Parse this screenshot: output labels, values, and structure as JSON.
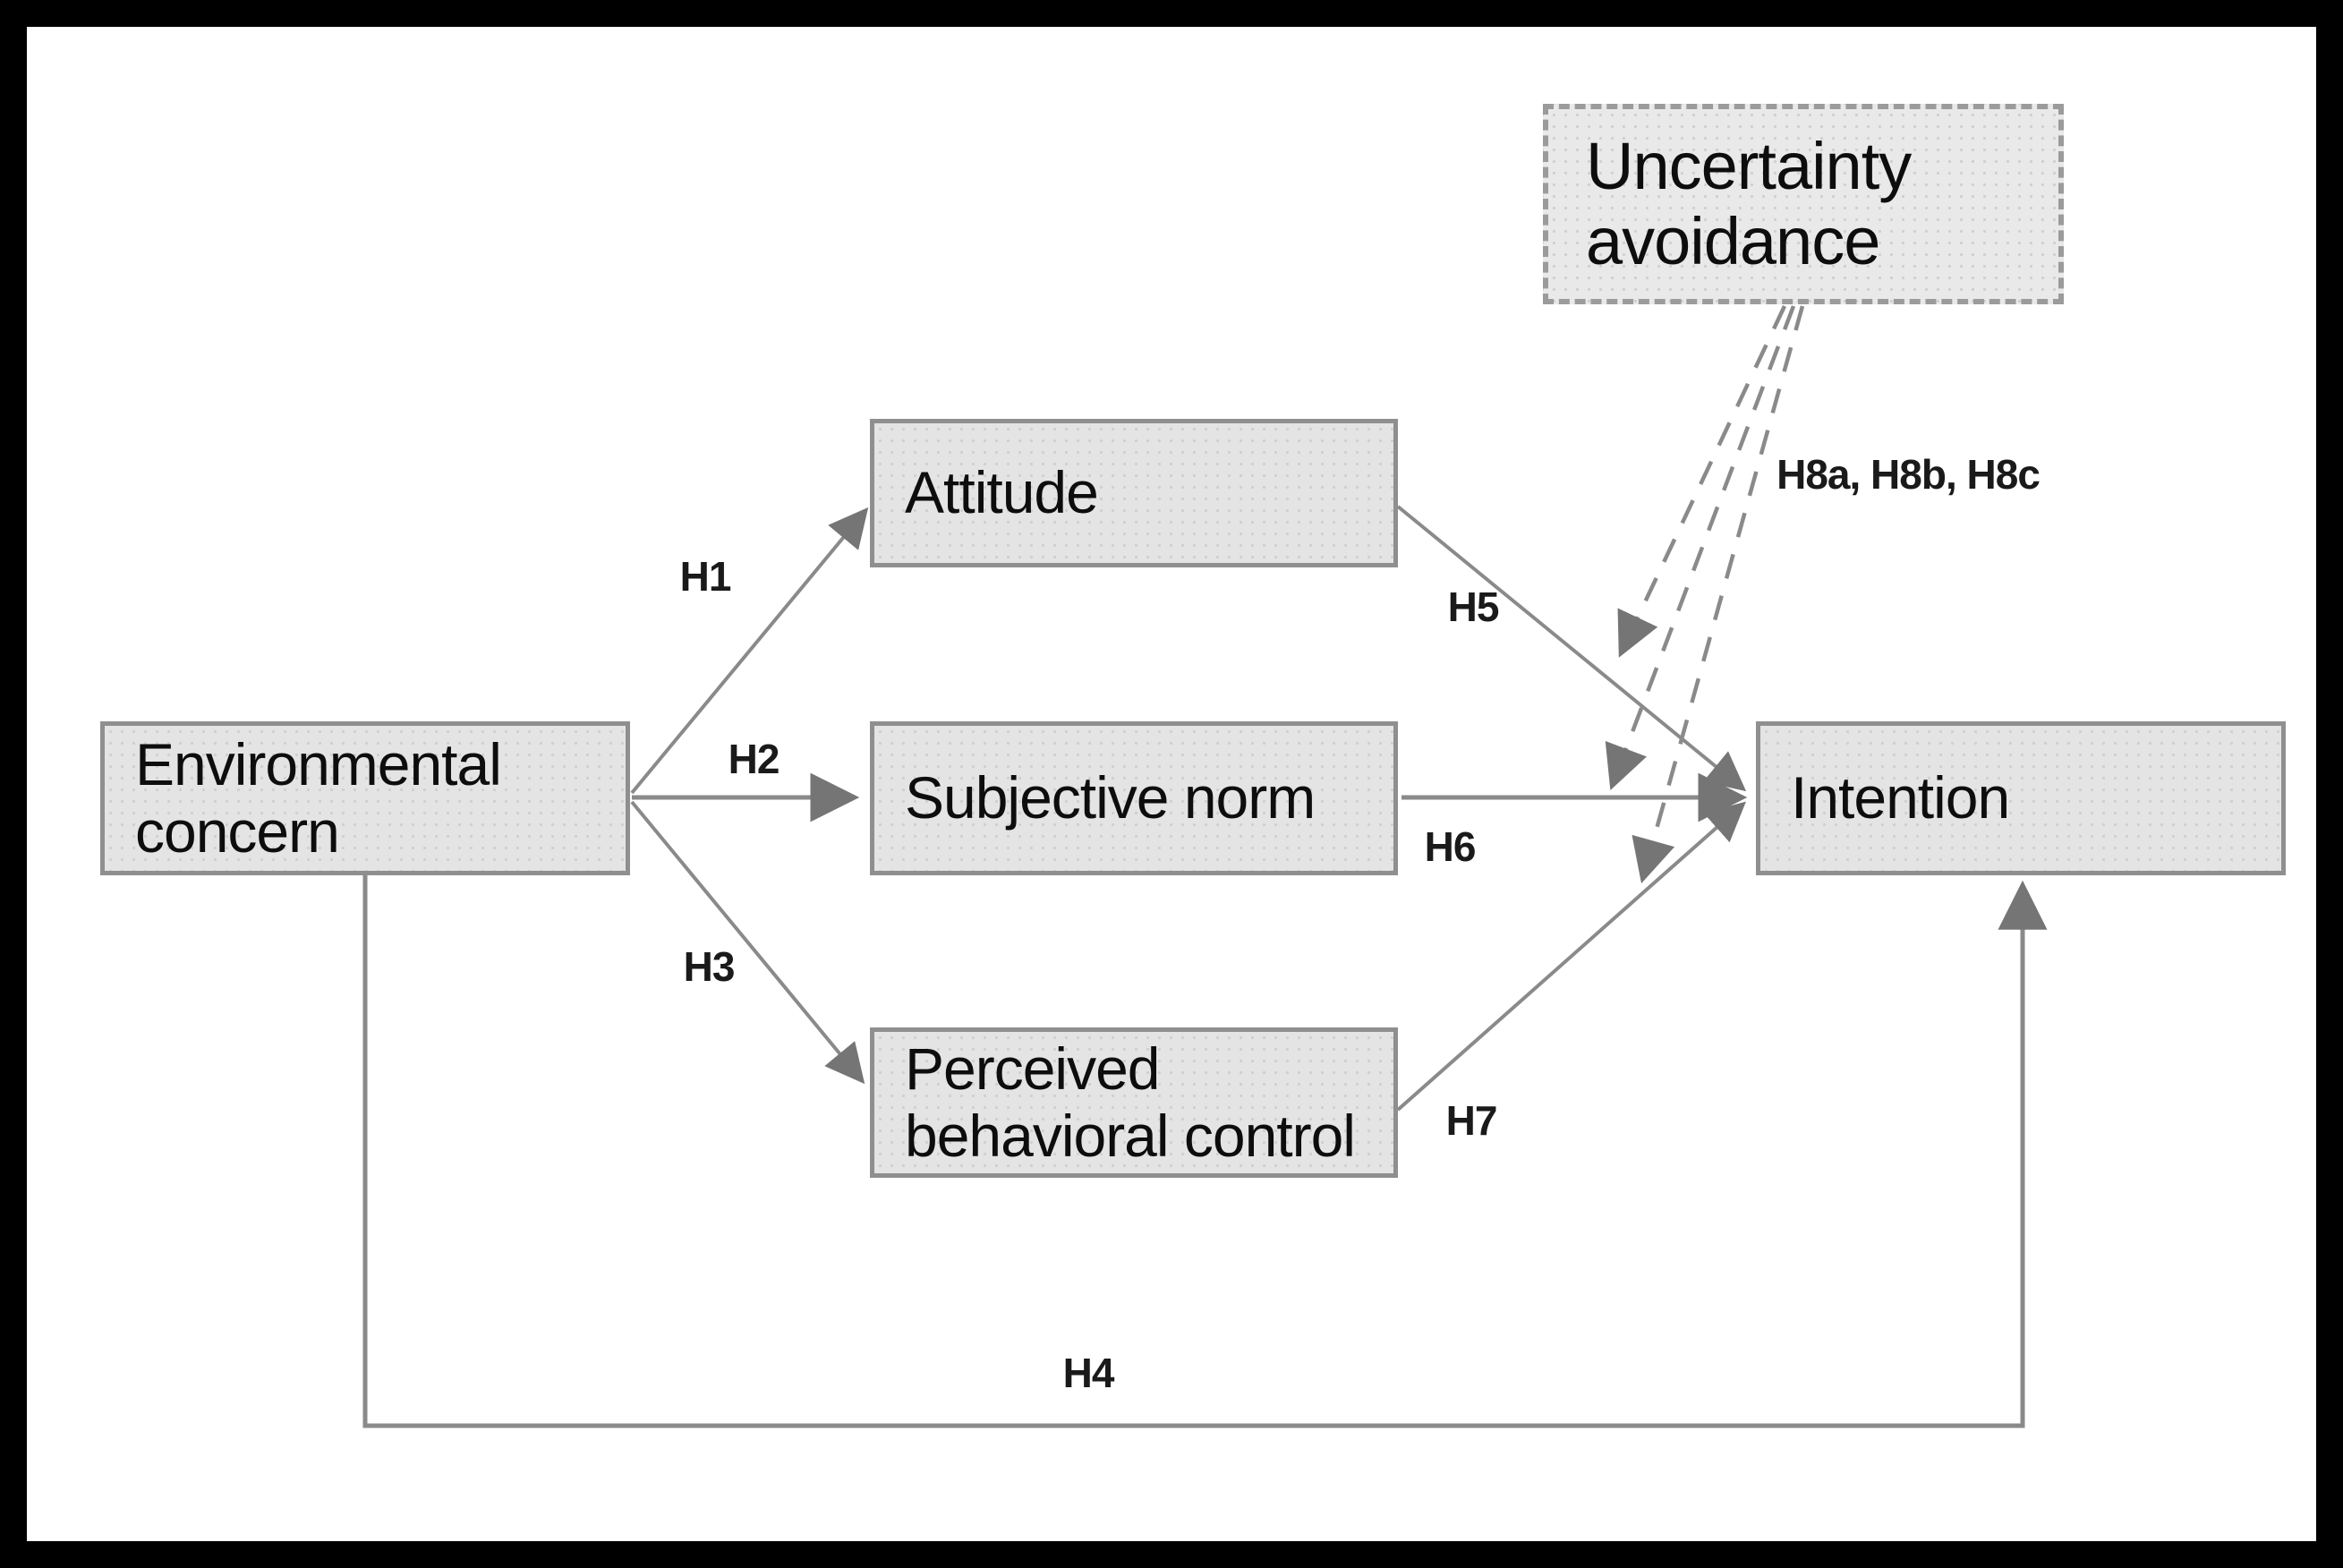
{
  "diagram": {
    "type": "path-model",
    "nodes": {
      "environmental_concern": {
        "label": "Environmental\nconcern",
        "style": "solid-box"
      },
      "attitude": {
        "label": "Attitude",
        "style": "solid-box"
      },
      "subjective_norm": {
        "label": "Subjective norm",
        "style": "solid-box"
      },
      "perceived_behavioral_control": {
        "label": "Perceived\nbehavioral control",
        "style": "solid-box"
      },
      "intention": {
        "label": "Intention",
        "style": "solid-box"
      },
      "uncertainty_avoidance": {
        "label": "Uncertainty\navoidance",
        "style": "dashed-box"
      }
    },
    "hypothesis_labels": {
      "h1": "H1",
      "h2": "H2",
      "h3": "H3",
      "h4": "H4",
      "h5": "H5",
      "h6": "H6",
      "h7": "H7",
      "h8": "H8a, H8b, H8c"
    },
    "edges": [
      {
        "id": "H1",
        "from": "environmental_concern",
        "to": "attitude",
        "style": "solid-arrow"
      },
      {
        "id": "H2",
        "from": "environmental_concern",
        "to": "subjective_norm",
        "style": "solid-arrow"
      },
      {
        "id": "H3",
        "from": "environmental_concern",
        "to": "perceived_behavioral_control",
        "style": "solid-arrow"
      },
      {
        "id": "H4",
        "from": "environmental_concern",
        "to": "intention",
        "style": "solid-arrow",
        "route": "bottom"
      },
      {
        "id": "H5",
        "from": "attitude",
        "to": "intention",
        "style": "solid-arrow"
      },
      {
        "id": "H6",
        "from": "subjective_norm",
        "to": "intention",
        "style": "solid-arrow"
      },
      {
        "id": "H7",
        "from": "perceived_behavioral_control",
        "to": "intention",
        "style": "solid-arrow"
      },
      {
        "id": "H8a",
        "from": "uncertainty_avoidance",
        "to": "path H5",
        "style": "dashed-arrow"
      },
      {
        "id": "H8b",
        "from": "uncertainty_avoidance",
        "to": "path H6",
        "style": "dashed-arrow"
      },
      {
        "id": "H8c",
        "from": "uncertainty_avoidance",
        "to": "path H7",
        "style": "dashed-arrow"
      }
    ],
    "colors": {
      "background": "#ffffff",
      "frame": "#000000",
      "node_fill": "#e4e4e4",
      "node_border": "#8f8f8f",
      "dashed_border": "#9b9b9b",
      "line": "#8a8a8a",
      "arrowhead": "#757575",
      "text": "#0d0d0d"
    }
  }
}
